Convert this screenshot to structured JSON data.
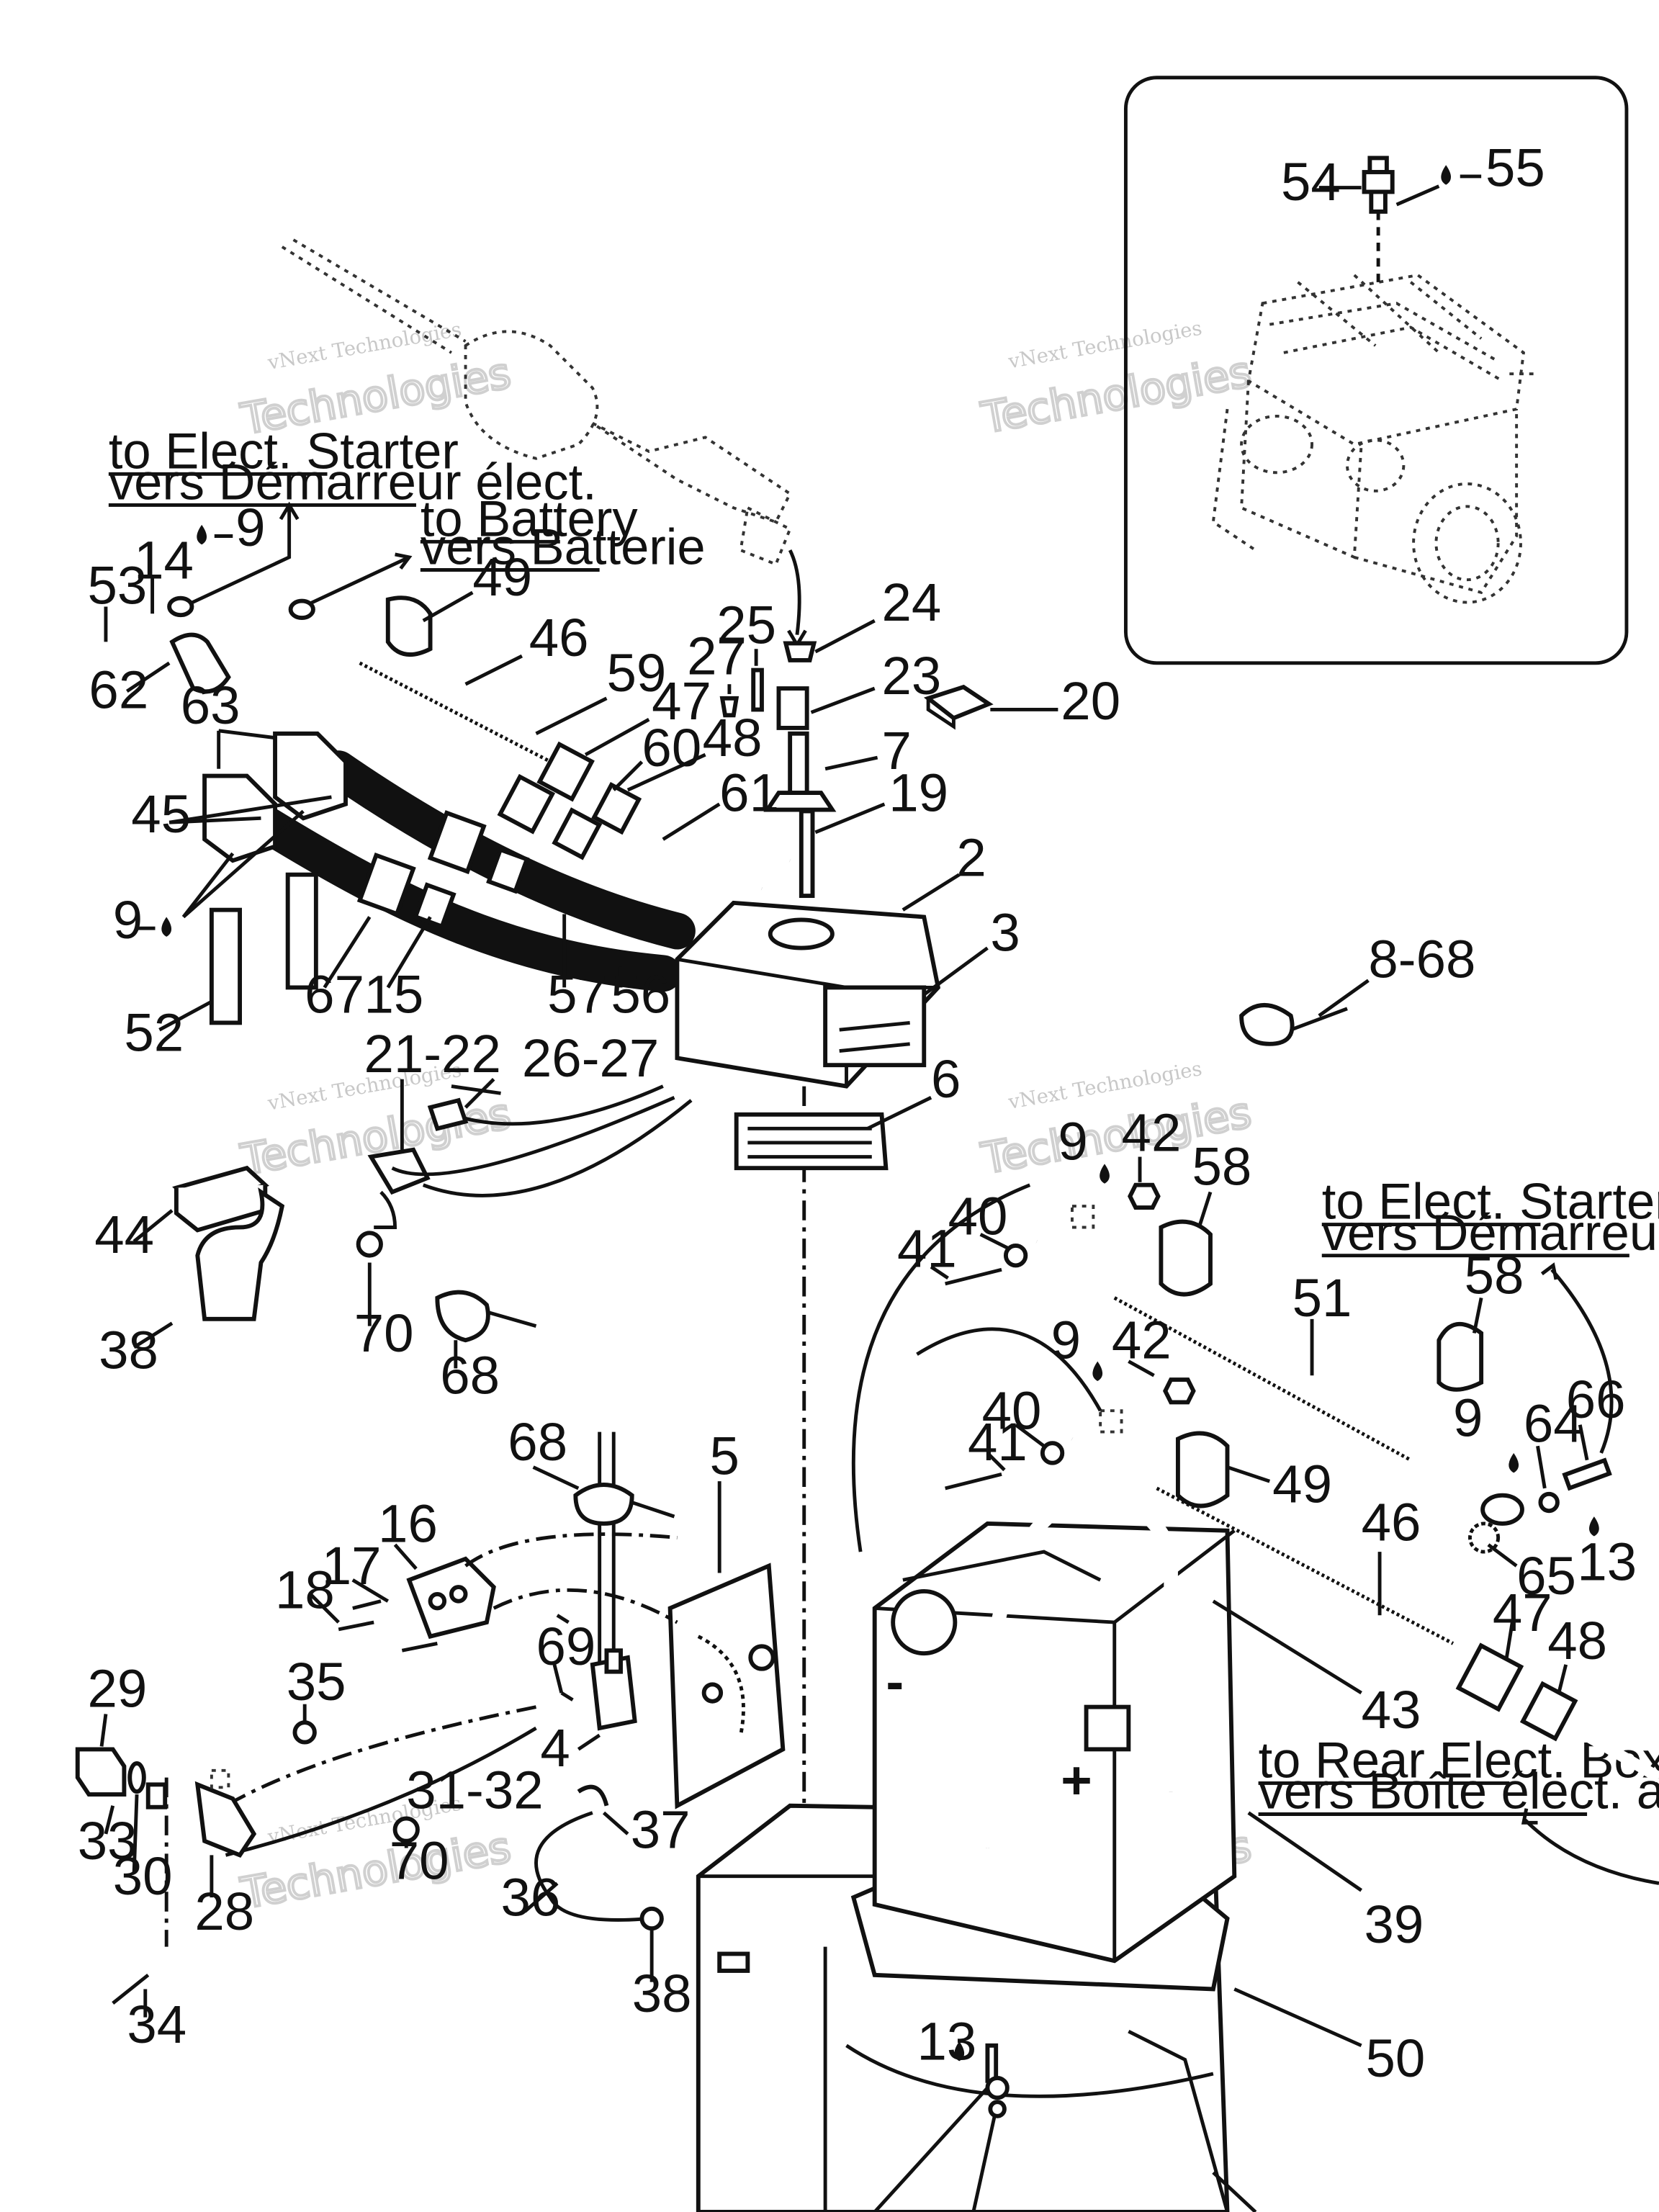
{
  "watermark": {
    "line1": "vNext Technologies",
    "line2": "Technologies"
  },
  "notes": {
    "to_starter_en": "to Elect. Starter",
    "to_starter_fr": "vers Démarreur élect.",
    "to_battery_en": "to Battery",
    "to_battery_fr": "vers Batterie",
    "to_rear_en": "to Rear Elect. Box",
    "to_rear_fr": "vers Boîte élect. arrière"
  },
  "callouts": {
    "c54": "54",
    "c55": "55",
    "c53": "53",
    "c14": "14",
    "c9a": "9",
    "c62": "62",
    "c49a": "49",
    "c46a": "46",
    "c25": "25",
    "c24": "24",
    "c27": "27",
    "c59": "59",
    "c47a": "47",
    "c23": "23",
    "c20": "20",
    "c48a": "48",
    "c63": "63",
    "c60": "60",
    "c7": "7",
    "c45": "45",
    "c61": "61",
    "c19": "19",
    "c2": "2",
    "c9b": "9",
    "c3": "3",
    "c52": "52",
    "c67": "67",
    "c15": "15",
    "c57": "57",
    "c56": "56",
    "c21_22": "21-22",
    "c26_27": "26-27",
    "c8_68": "8-68",
    "c6": "6",
    "c44": "44",
    "c38a": "38",
    "c70a": "70",
    "c68a": "68",
    "c9c": "9",
    "c42a": "42",
    "c58a": "58",
    "c40a": "40",
    "c41a": "41",
    "c51": "51",
    "c58b": "58",
    "c9d": "9",
    "c42b": "42",
    "c40b": "40",
    "c41b": "41",
    "c49b": "49",
    "c9e": "9",
    "c64": "64",
    "c66": "66",
    "c65": "65",
    "c13a": "13",
    "c46b": "46",
    "c47b": "47",
    "c48b": "48",
    "c68b": "68",
    "c5": "5",
    "c16": "16",
    "c17": "17",
    "c18": "18",
    "c69": "69",
    "c43": "43",
    "c29": "29",
    "c35": "35",
    "c4": "4",
    "c31_32": "31-32",
    "c33": "33",
    "c30": "30",
    "c28": "28",
    "c70b": "70",
    "c37": "37",
    "c36": "36",
    "c34": "34",
    "c38b": "38",
    "c39": "39",
    "c13b": "13",
    "c50": "50"
  },
  "battery_terminals": {
    "negative": "-",
    "positive": "+"
  }
}
